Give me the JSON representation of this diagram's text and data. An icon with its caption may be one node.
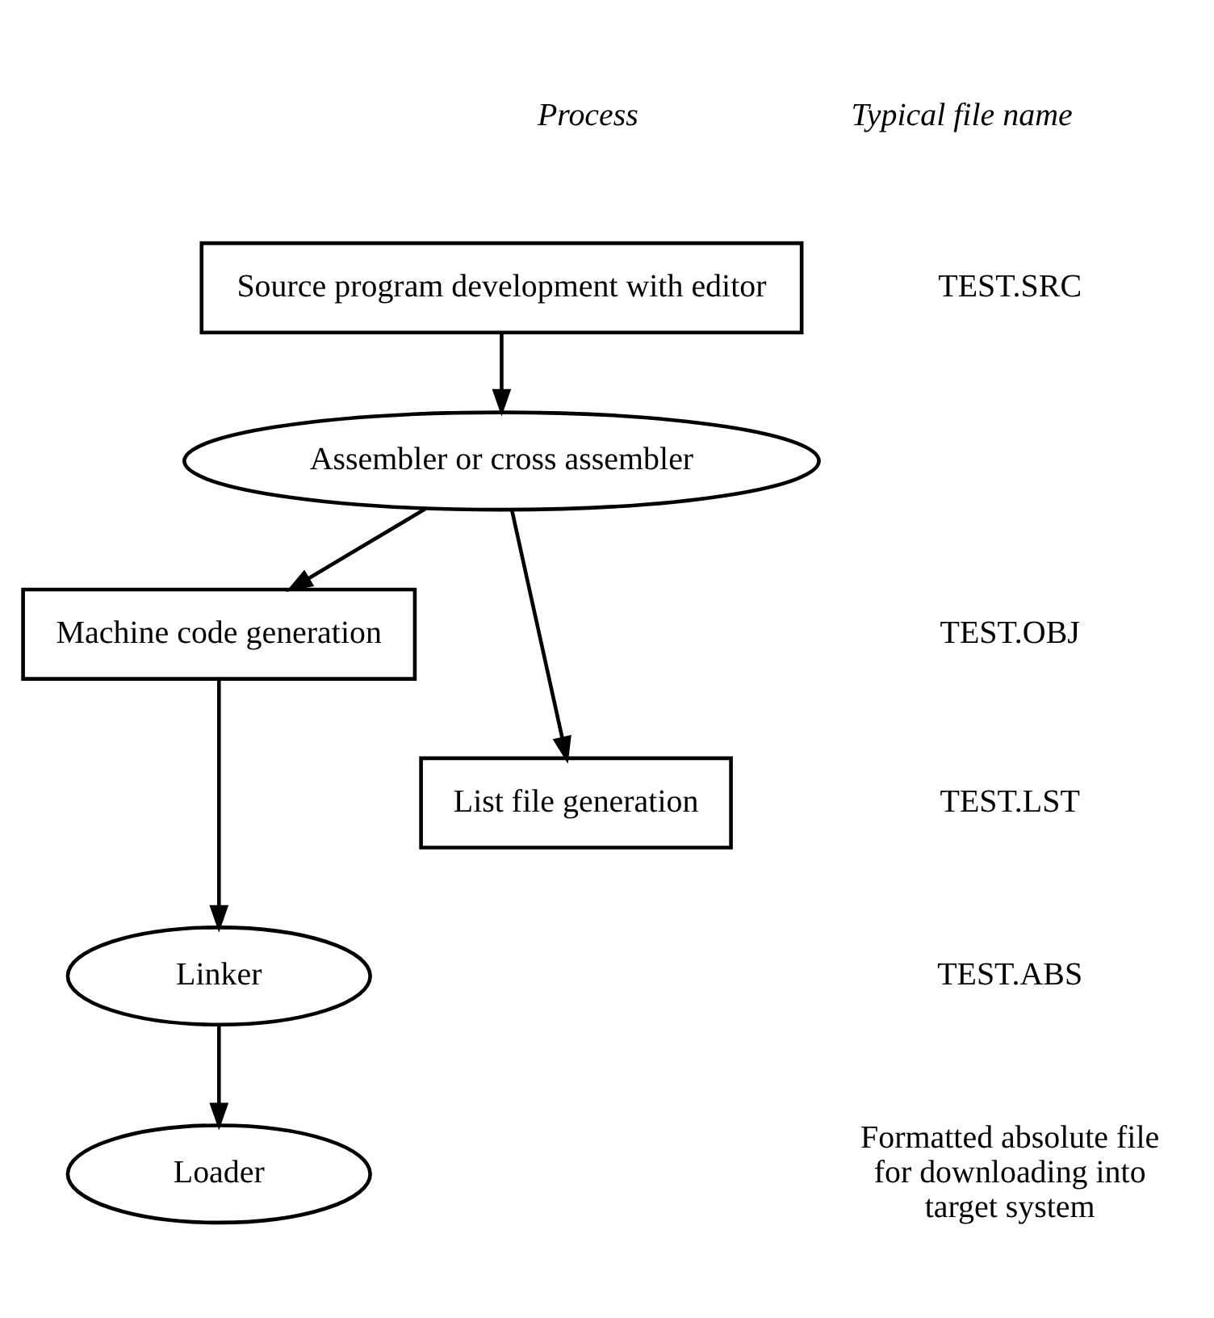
{
  "diagram": {
    "nodes": [
      {
        "text": [
          "Source program development with editor"
        ]
      },
      {
        "text": [
          "Assembler or cross assembler"
        ]
      },
      {
        "text": [
          "Machine code generation"
        ]
      },
      {
        "text": [
          "List file generation"
        ]
      },
      {
        "text": [
          "Linker"
        ]
      },
      {
        "text": [
          "Loader"
        ]
      }
    ],
    "edges": [
      {
        "from": 0,
        "to": 1,
        "arrow": "to"
      },
      {
        "from": 1,
        "to": 2,
        "arrow": "to"
      },
      {
        "from": 1,
        "to": 3,
        "arrow": "to"
      },
      {
        "from": 2,
        "to": 4,
        "arrow": "to"
      },
      {
        "from": 4,
        "to": 5,
        "arrow": "to"
      }
    ],
    "labels": [
      "Process",
      "Typical file name",
      "TEST.SRC",
      "TEST.OBJ",
      "TEST.LST",
      "TEST.ABS",
      "Formatted absolute file for downloading into target system"
    ]
  }
}
